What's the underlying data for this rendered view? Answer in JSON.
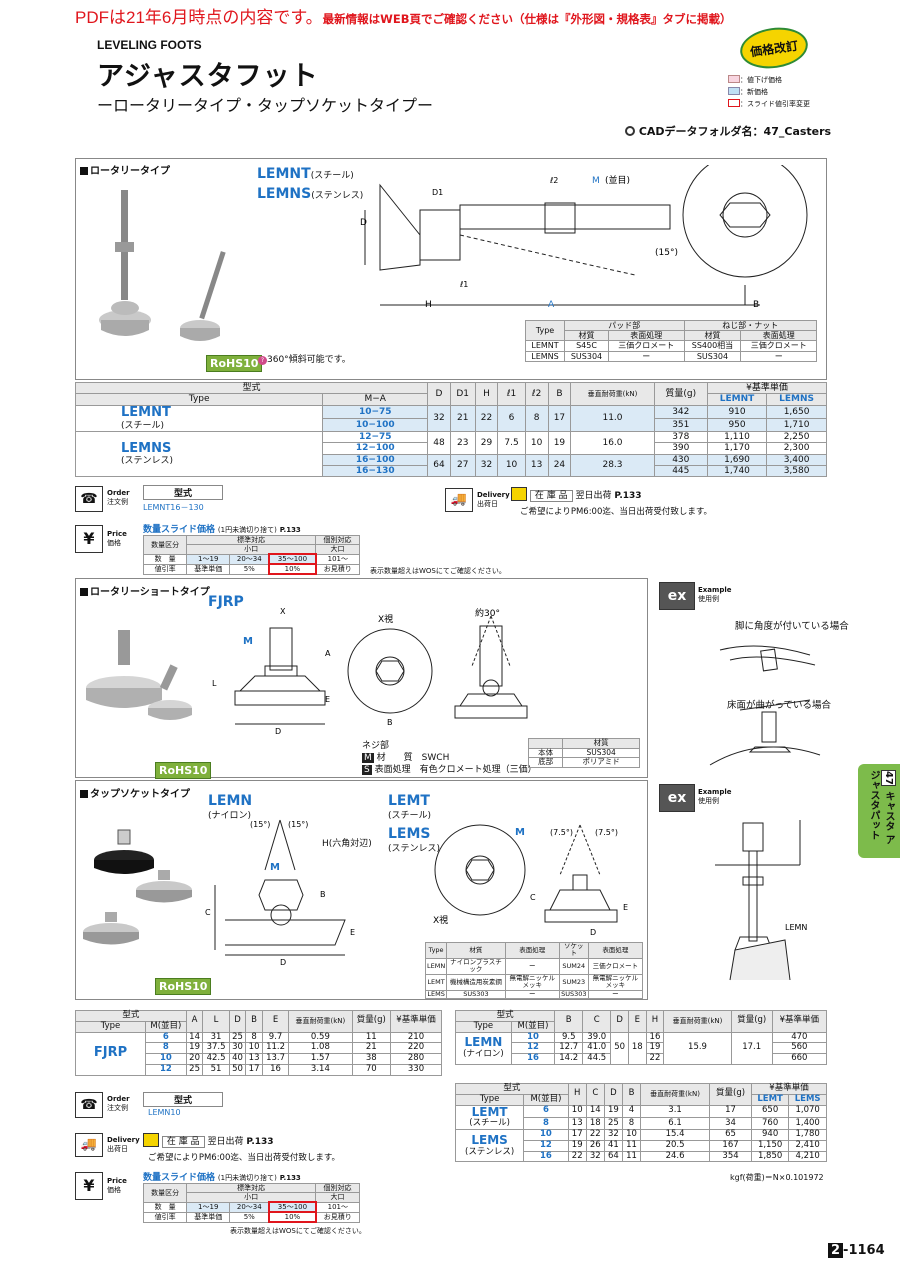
{
  "notice": {
    "red": "PDFは21年6月時点の内容です。",
    "red2": "最新情報はWEB頁でご確認ください（仕様は『外形図・規格表』タブに掲載）"
  },
  "header": {
    "en": "LEVELING FOOTS",
    "title": "アジャスタフット",
    "subtitle": "ーロータリータイプ・タップソケットタイプー",
    "badge": "価格改訂",
    "legend": [
      "：値下げ価格",
      "：新価格",
      "：スライド値引率変更"
    ],
    "cad": "CADデータフォルダ名：47_Casters"
  },
  "rotary": {
    "heading": "ロータリータイプ",
    "model1": "LEMNT",
    "model1_sub": "(スチール)",
    "model2": "LEMNS",
    "model2_sub": "(ステンレス)",
    "note": "360°傾斜可能です。",
    "rohs": "RoHS10",
    "spec": {
      "h_type": "Type",
      "h_pad": "パッド部",
      "h_screw": "ねじ部・ナット",
      "h_mat": "材質",
      "h_surf": "表面処理",
      "rows": [
        [
          "LEMNT",
          "S45C",
          "三価クロメート",
          "SS400相当",
          "三価クロメート"
        ],
        [
          "LEMNS",
          "SUS304",
          "ー",
          "SUS304",
          "ー"
        ]
      ]
    }
  },
  "rotary_table": {
    "h_kata": "型式",
    "h_type": "Type",
    "h_mA": "M−A",
    "h": [
      "D",
      "D1",
      "H",
      "ℓ1",
      "ℓ2",
      "B"
    ],
    "h_load": "垂直耐荷重(kN)",
    "h_mass": "質量(g)",
    "h_price": "¥基準単価",
    "h_lemnt": "LEMNT",
    "h_lemns": "LEMNS",
    "t1": "LEMNT",
    "t1s": "(スチール)",
    "t2": "LEMNS",
    "t2s": "(ステンレス)",
    "rows": [
      [
        "10−75",
        "32",
        "21",
        "22",
        "6",
        "8",
        "17",
        "11.0",
        "342",
        "910",
        "1,650"
      ],
      [
        "10−100",
        "",
        "",
        "",
        "",
        "",
        "",
        "",
        "351",
        "950",
        "1,710"
      ],
      [
        "12−75",
        "48",
        "23",
        "29",
        "7.5",
        "10",
        "19",
        "16.0",
        "378",
        "1,110",
        "2,250"
      ],
      [
        "12−100",
        "",
        "",
        "",
        "",
        "",
        "",
        "",
        "390",
        "1,170",
        "2,300"
      ],
      [
        "16−100",
        "64",
        "27",
        "32",
        "10",
        "13",
        "24",
        "28.3",
        "430",
        "1,690",
        "3,400"
      ],
      [
        "16−130",
        "",
        "",
        "",
        "",
        "",
        "",
        "",
        "445",
        "1,740",
        "3,580"
      ]
    ]
  },
  "order1": {
    "label": "Order",
    "label_jp": "注文例",
    "kata": "型式",
    "example": "LEMNT16－130"
  },
  "delivery1": {
    "label": "Delivery",
    "label_jp": "出荷日",
    "stock": "在 庫 品",
    "ship": "翌日出荷",
    "page": "P.133",
    "note": "ご希望によりPM6:00迄、当日出荷受付致します。",
    "pm": "PM6:00"
  },
  "price1": {
    "label": "Price",
    "label_jp": "価格",
    "title": "数量スライド価格",
    "note": "(1円未満切り捨て)",
    "page": "P.133",
    "h1": "数量区分",
    "h2": "標準対応",
    "h2s": "小口",
    "h3": "個別対応",
    "h3s": "大口",
    "r1": [
      "数　量",
      "1〜19",
      "20〜34",
      "35〜100",
      "101〜"
    ],
    "r2": [
      "値引率",
      "基準単価",
      "5%",
      "10%",
      "お見積り"
    ],
    "foot": "表示数量超えはWOSにてご確認ください。"
  },
  "short": {
    "heading": "ロータリーショートタイプ",
    "model": "FJRP",
    "rohs": "RoHS10",
    "x_view": "X視",
    "angle": "約30°",
    "neji": "ネジ部",
    "mat_lbl": "材　　質",
    "mat": "SWCH",
    "surf_lbl": "表面処理",
    "surf": "有色クロメート処理（三価）",
    "t_h": "材質",
    "t_r1": [
      "本体",
      "SUS304"
    ],
    "t_r2": [
      "底部",
      "ポリアミド"
    ]
  },
  "tap": {
    "heading": "タップソケットタイプ",
    "m1": "LEMN",
    "m1s": "(ナイロン)",
    "m2": "LEMT",
    "m2s": "(スチール)",
    "m3": "LEMS",
    "m3s": "(ステンレス)",
    "hex": "H(六角対辺)",
    "rohs": "RoHS10",
    "x_view": "X視",
    "spec_h": [
      "Type",
      "材質",
      "表面処理",
      "ソケット",
      "材質",
      "表面処理"
    ],
    "spec_rows": [
      [
        "LEMN",
        "ナイロンプラスチック",
        "ー",
        "SUM24",
        "三価クロメート"
      ],
      [
        "LEMT",
        "機械構造用炭素鋼",
        "無電解ニッケルメッキ",
        "SUM23",
        "無電解ニッケルメッキ"
      ],
      [
        "LEMS",
        "SUS303",
        "ー",
        "SUS303",
        "ー"
      ]
    ]
  },
  "example": {
    "label": "Example",
    "label_jp": "使用例",
    "t1": "脚に角度が付いている場合",
    "t2": "床面が曲がっている場合",
    "lemn": "LEMN"
  },
  "side_tab": {
    "num": "47",
    "text": "キャスタ\nアジャスタパット"
  },
  "fjrp_table": {
    "h": [
      "型式",
      "M(並目)",
      "A",
      "L",
      "D",
      "B",
      "E",
      "垂直耐荷重(kN)",
      "質量(g)",
      "¥基準単価"
    ],
    "type": "FJRP",
    "h_type": "Type",
    "rows": [
      [
        "6",
        "14",
        "31",
        "25",
        "8",
        "9.7",
        "0.59",
        "11",
        "210"
      ],
      [
        "8",
        "19",
        "37.5",
        "30",
        "10",
        "11.2",
        "1.08",
        "21",
        "220"
      ],
      [
        "10",
        "20",
        "42.5",
        "40",
        "13",
        "13.7",
        "1.57",
        "38",
        "280"
      ],
      [
        "12",
        "25",
        "51",
        "50",
        "17",
        "16",
        "3.14",
        "70",
        "330"
      ]
    ]
  },
  "lemn_table": {
    "h": [
      "型式",
      "M(並目)",
      "B",
      "C",
      "D",
      "E",
      "H",
      "垂直耐荷重(kN)",
      "質量(g)",
      "¥基準単価"
    ],
    "t": "LEMN",
    "ts": "(ナイロン)",
    "rows": [
      [
        "10",
        "9.5",
        "39.0",
        "50",
        "18",
        "16",
        "15.9",
        "17.1",
        "470"
      ],
      [
        "12",
        "12.7",
        "41.0",
        "",
        "",
        "19",
        "",
        "",
        "560"
      ],
      [
        "16",
        "14.2",
        "44.5",
        "",
        "",
        "22",
        "",
        "",
        "660"
      ]
    ]
  },
  "lemt_table": {
    "h": [
      "型式",
      "M(並目)",
      "H",
      "C",
      "D",
      "B",
      "垂直耐荷重(kN)",
      "質量(g)",
      "¥基準単価",
      "LEMT",
      "LEMS"
    ],
    "t1": "LEMT",
    "t1s": "(スチール)",
    "t2": "LEMS",
    "t2s": "(ステンレス)",
    "rows": [
      [
        "6",
        "10",
        "14",
        "19",
        "4",
        "3.1",
        "17",
        "650",
        "1,070"
      ],
      [
        "8",
        "13",
        "18",
        "25",
        "8",
        "6.1",
        "34",
        "760",
        "1,400"
      ],
      [
        "10",
        "17",
        "22",
        "32",
        "10",
        "15.4",
        "65",
        "940",
        "1,780"
      ],
      [
        "12",
        "19",
        "26",
        "41",
        "11",
        "20.5",
        "167",
        "1,150",
        "2,410"
      ],
      [
        "16",
        "22",
        "32",
        "64",
        "11",
        "24.6",
        "354",
        "1,850",
        "4,210"
      ]
    ],
    "foot": "kgf(荷重)＝N×0.101972"
  },
  "order2": {
    "label": "Order",
    "label_jp": "注文例",
    "kata": "型式",
    "example": "LEMN10"
  },
  "page_no": {
    "prefix": "2",
    "num": "-1164"
  }
}
